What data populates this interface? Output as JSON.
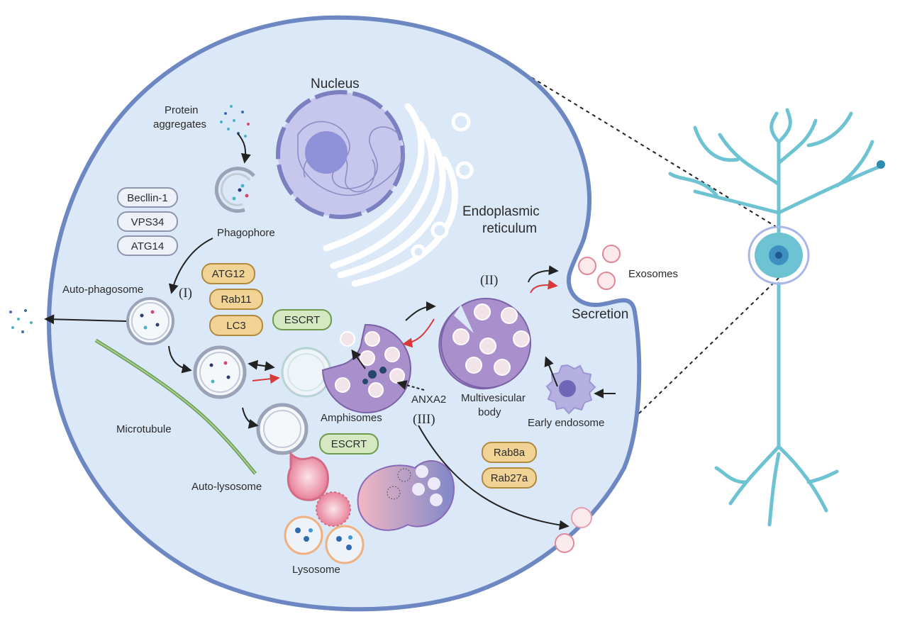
{
  "labels": {
    "nucleus": "Nucleus",
    "er_line1": "Endoplasmic",
    "er_line2": "reticulum",
    "protein_line1": "Protein",
    "protein_line2": "aggregates",
    "phagophore": "Phagophore",
    "autophagosome": "Auto-phagosome",
    "microtubule": "Microtubule",
    "autolysosome": "Auto-lysosome",
    "lysosome": "Lysosome",
    "amphisomes": "Amphisomes",
    "anxa2": "ANXA2",
    "mvb_line1": "Multivesicular",
    "mvb_line2": "body",
    "early_endosome": "Early endosome",
    "exosomes": "Exosomes",
    "secretion": "Secretion"
  },
  "pathways": {
    "one": "(I)",
    "two": "(II)",
    "three": "(III)"
  },
  "markers": {
    "grey": [
      "Becllin-1",
      "VPS34",
      "ATG14"
    ],
    "orange_top": [
      "ATG12",
      "Rab11",
      "LC3"
    ],
    "orange_bottom": [
      "Rab8a",
      "Rab27a"
    ],
    "green_1": "ESCRT",
    "green_2": "ESCRT"
  },
  "colors": {
    "cell_fill": "#dbe8f7",
    "cell_stroke": "#6d87c2",
    "purple": "#a98fcb",
    "orange": "#f0d395",
    "green": "#d4e8c2",
    "neuron": "#6ec3d3",
    "red_arrow": "#d83a3a"
  },
  "icons": {
    "neuron": "neuron-icon",
    "dashed_zoom": "zoom-lines"
  }
}
